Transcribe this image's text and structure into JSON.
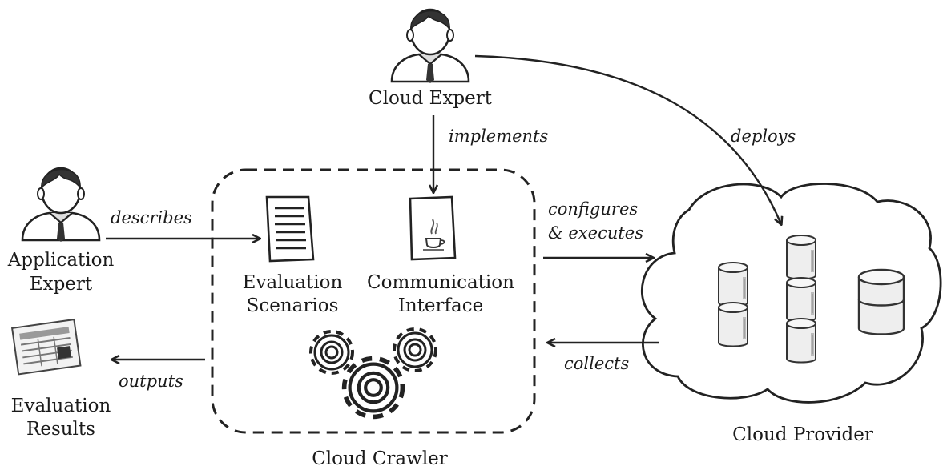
{
  "actors": {
    "cloud_expert": "Cloud Expert",
    "application_expert_line1": "Application",
    "application_expert_line2": "Expert"
  },
  "artifacts": {
    "evaluation_scenarios_line1": "Evaluation",
    "evaluation_scenarios_line2": "Scenarios",
    "communication_interface_line1": "Communication",
    "communication_interface_line2": "Interface",
    "evaluation_results_line1": "Evaluation",
    "evaluation_results_line2": "Results"
  },
  "systems": {
    "cloud_crawler": "Cloud Crawler",
    "cloud_provider": "Cloud Provider"
  },
  "relations": {
    "implements": "implements",
    "describes": "describes",
    "deploys": "deploys",
    "configures_line1": "configures",
    "configures_line2": "& executes",
    "collects": "collects",
    "outputs": "outputs"
  }
}
